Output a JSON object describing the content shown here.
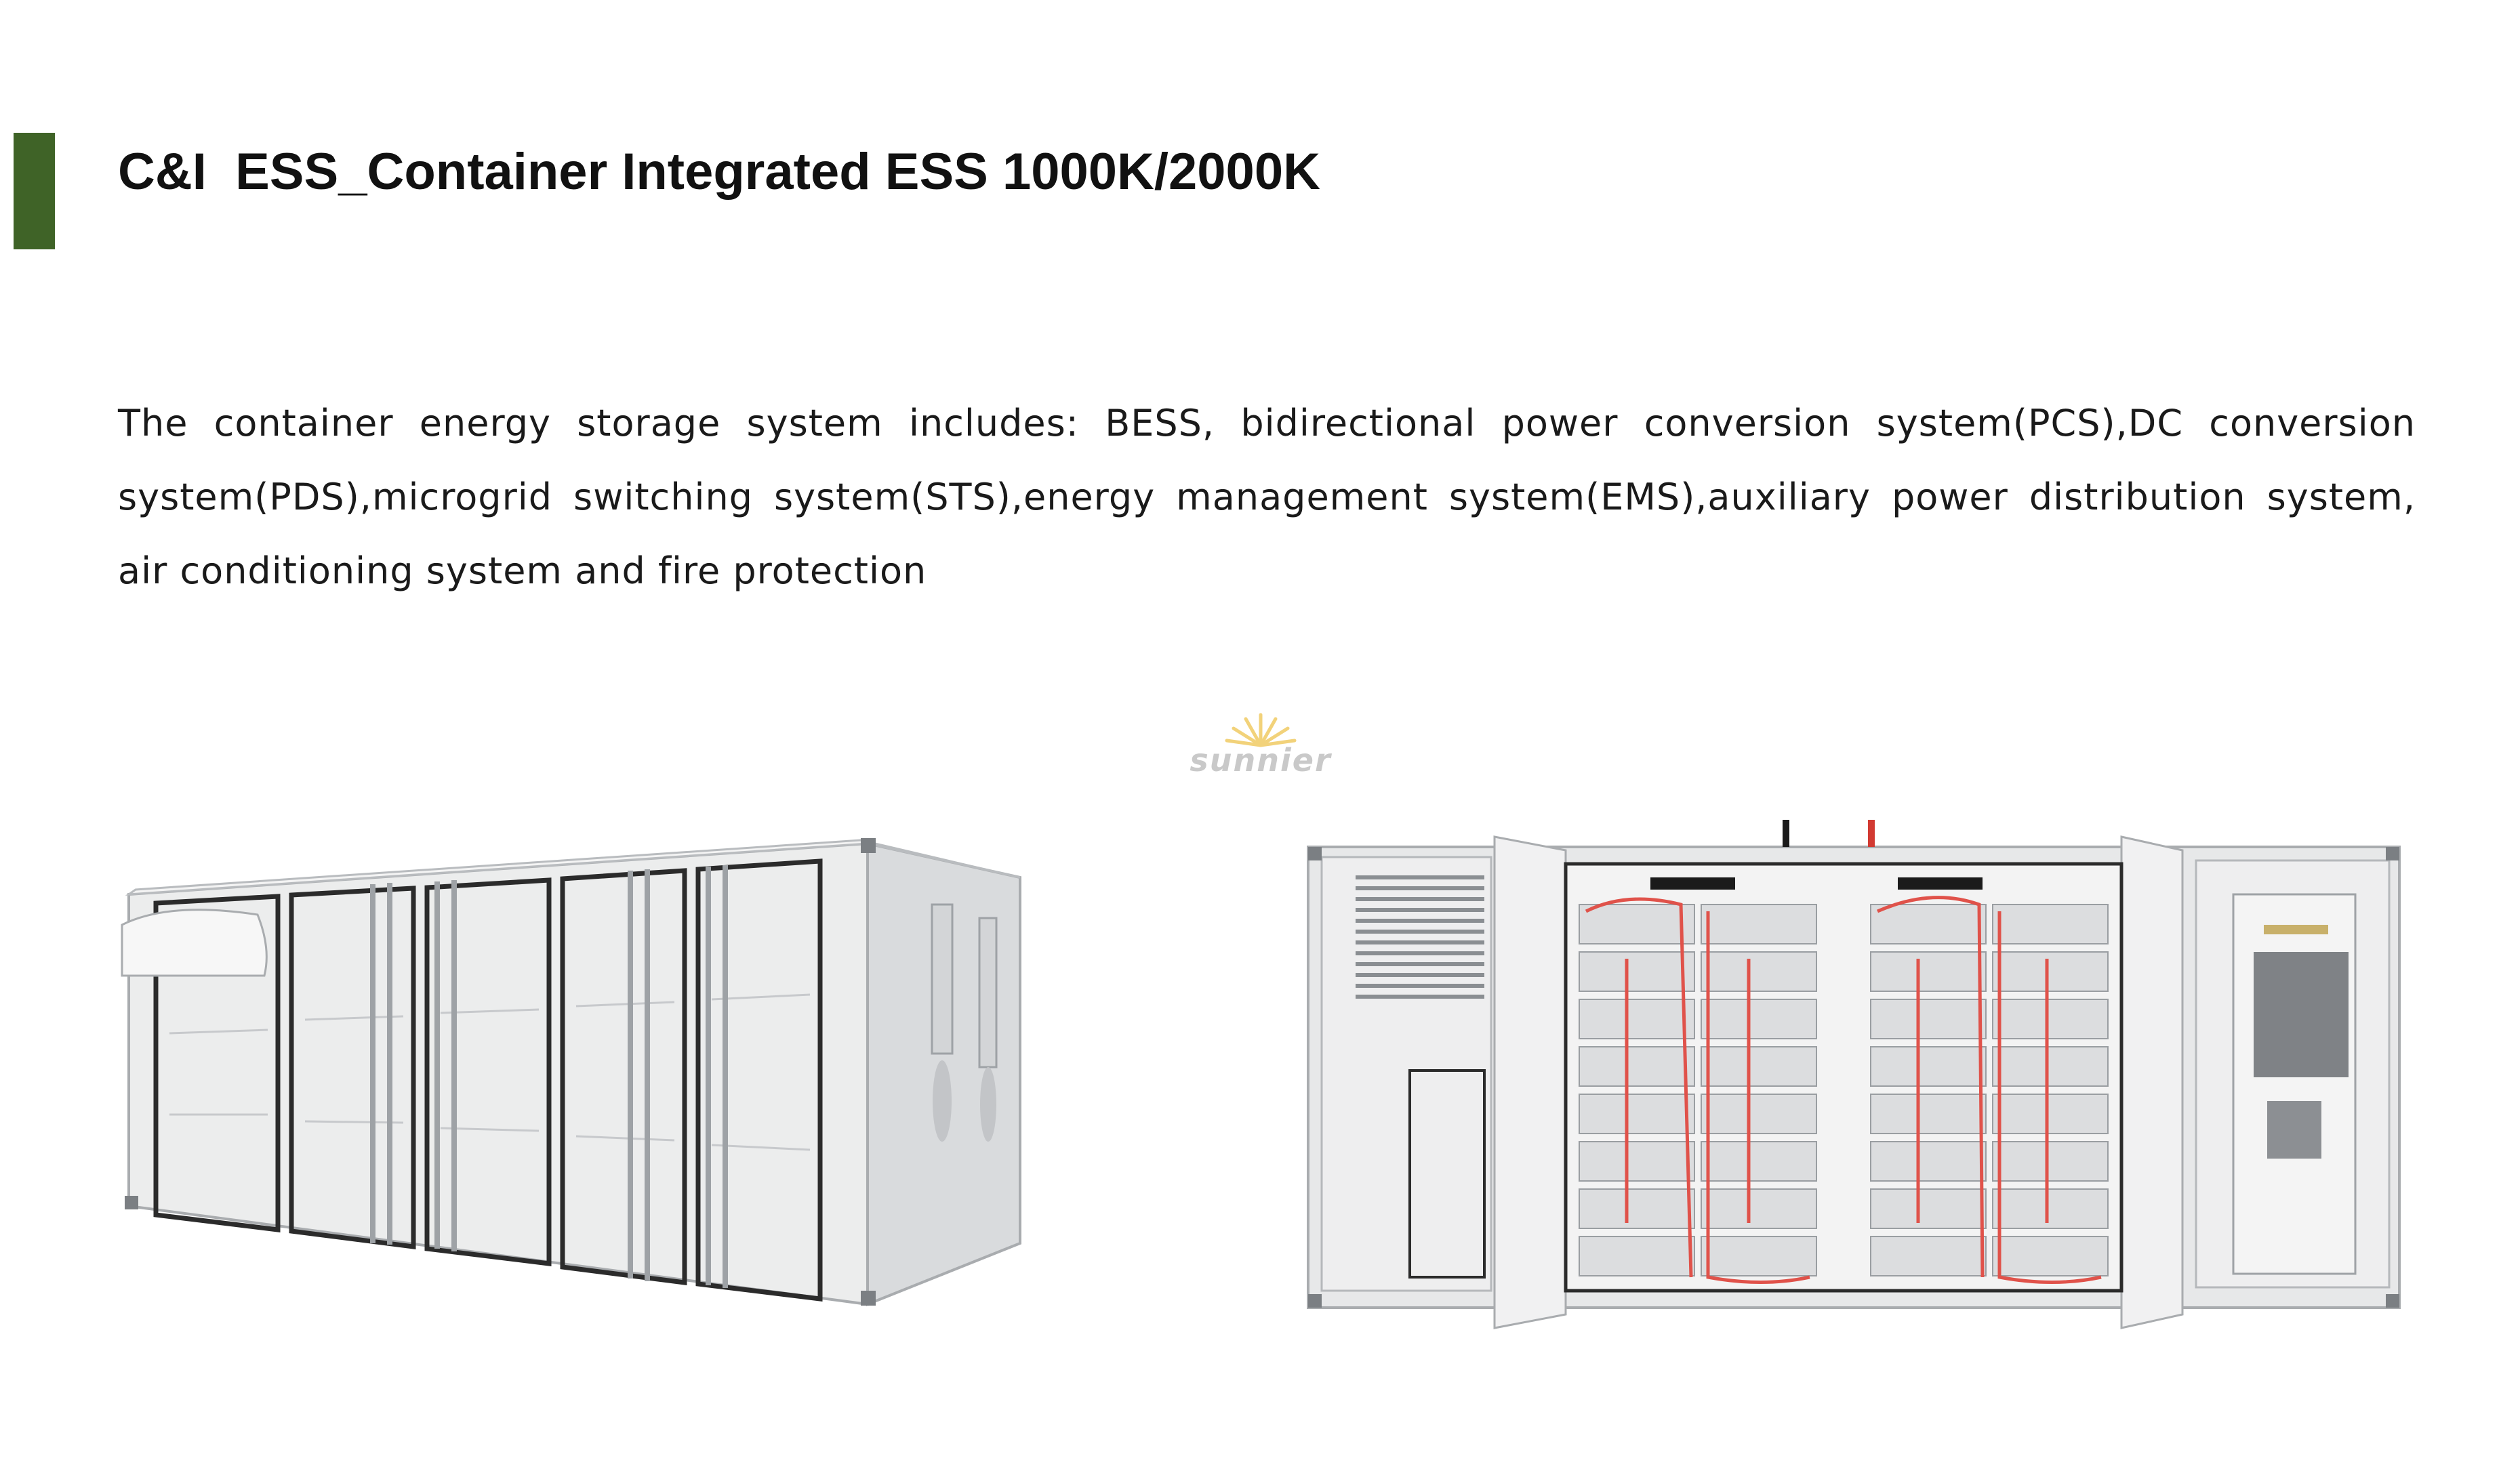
{
  "header": {
    "title": "C&I  ESS_Container Integrated ESS 1000K/2000K",
    "accent_color": "#3f6327"
  },
  "description": {
    "text": "The container energy storage system includes: BESS, bidirectional power conversion system(PCS),DC conversion system(PDS),microgrid switching system(STS),energy management system(EMS),auxiliary power distribution system, air conditioning system and fire protection"
  },
  "watermark": {
    "brand": "sunnier",
    "color": "#c9c9c9",
    "accent": "#f2d27a"
  },
  "images": {
    "left": "closed-container-illustration",
    "right": "open-container-battery-rack-illustration"
  },
  "colors": {
    "container_body": "#e9eaeb",
    "container_edge": "#b9bcbf",
    "cable_red": "#e0524a"
  }
}
